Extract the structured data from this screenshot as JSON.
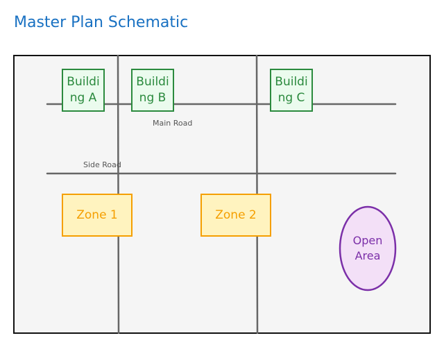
{
  "title": "Master Plan Schematic",
  "roads": {
    "main": "Main Road",
    "side": "Side Road"
  },
  "buildings": [
    "Building A",
    "Building B",
    "Building C"
  ],
  "zones": [
    "Zone 1",
    "Zone 2"
  ],
  "open_area": "Open Area",
  "colors": {
    "title": "#1971c2",
    "building_stroke": "#2b8a3e",
    "building_fill": "#ebfbee",
    "zone_stroke": "#f59f00",
    "zone_fill": "#fff3bf",
    "open_stroke": "#7b2fa8",
    "open_fill": "#f3e0f7",
    "road": "#666666",
    "frame_fill": "#f5f5f5"
  }
}
